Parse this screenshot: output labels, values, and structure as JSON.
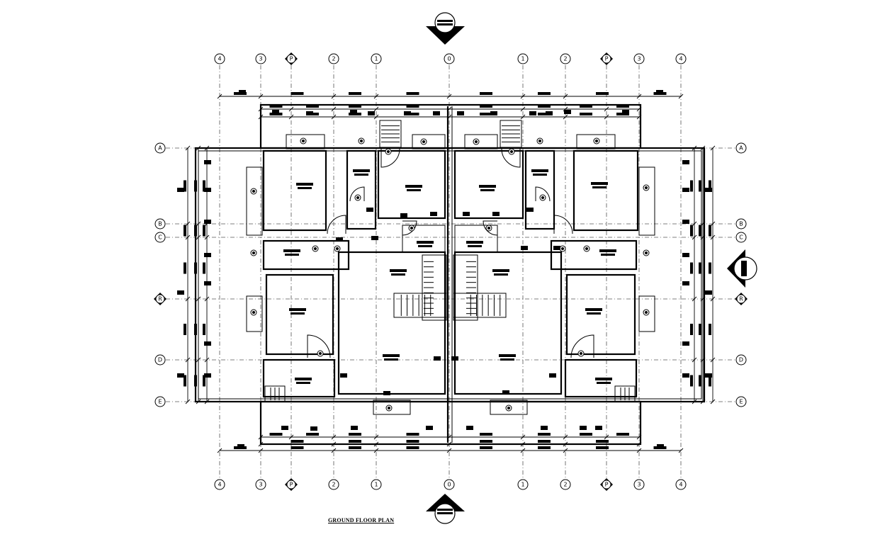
{
  "title": "GROUND FLOOR PLAN",
  "column_labels": [
    "4",
    "3",
    "P",
    "2",
    "1",
    "0",
    "1",
    "2",
    "P",
    "3",
    "4"
  ],
  "row_labels": [
    "A",
    "B",
    "C",
    "R",
    "D",
    "E"
  ],
  "colors": {
    "line": "#000000",
    "background": "#ffffff"
  }
}
